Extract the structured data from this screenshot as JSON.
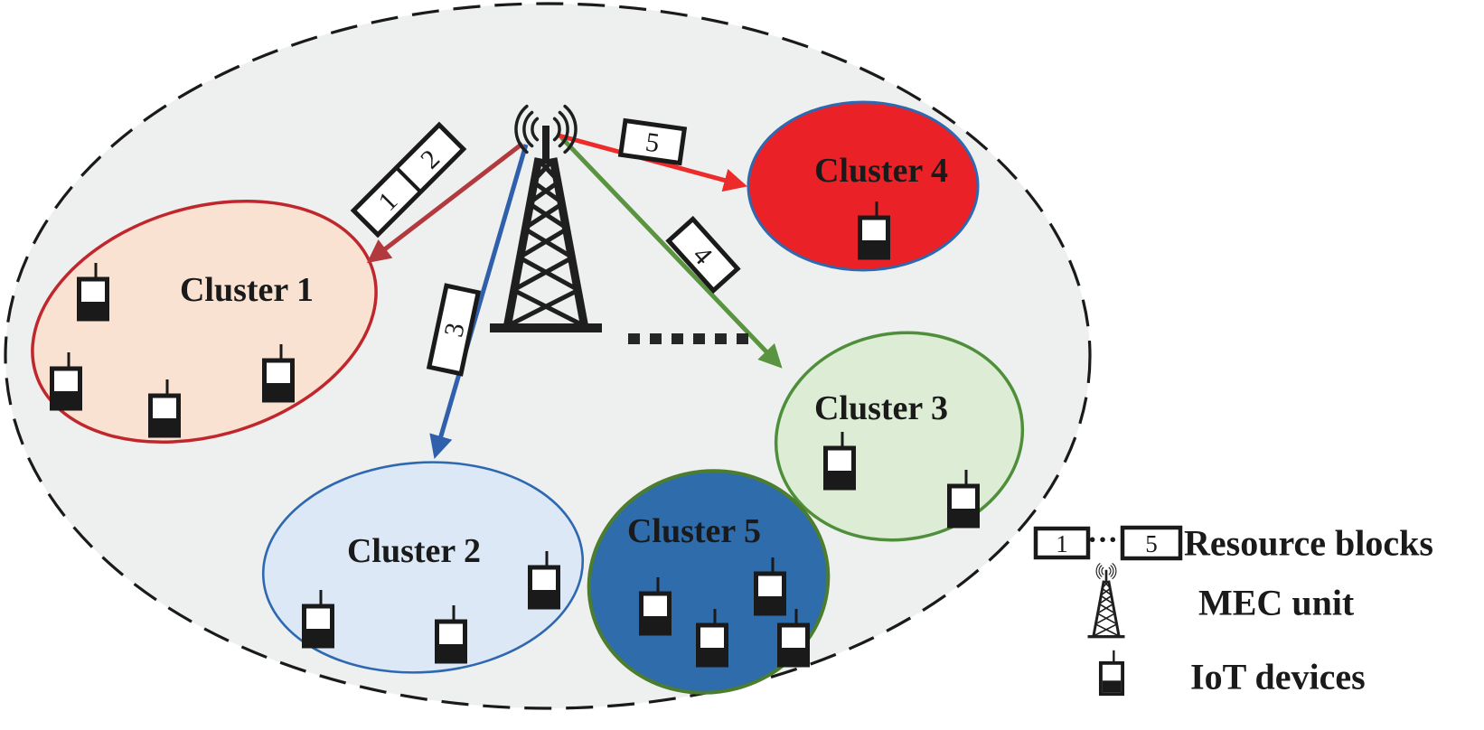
{
  "diagram": {
    "cell": {
      "fill": "#eef0ef",
      "border_color": "#1a1a1a"
    },
    "clusters": [
      {
        "label": "Cluster 1",
        "fill": "#f9e2d2",
        "stroke": "#c0272d",
        "label_color": "#1a1a1a",
        "device_count": 4
      },
      {
        "label": "Cluster 2",
        "fill": "#dce8f6",
        "stroke": "#2e68b0",
        "label_color": "#1a1a1a",
        "device_count": 3
      },
      {
        "label": "Cluster 3",
        "fill": "#ddecd4",
        "stroke": "#4f8f3b",
        "label_color": "#1a1a1a",
        "device_count": 2
      },
      {
        "label": "Cluster 4",
        "fill": "#ea2127",
        "stroke": "#2e68b0",
        "label_color": "#1a1a1a",
        "device_count": 1
      },
      {
        "label": "Cluster 5",
        "fill": "#2e6cab",
        "stroke": "#4c7d2e",
        "label_color": "#1b1b24",
        "device_count": 4
      }
    ],
    "resource_blocks": [
      "1",
      "2",
      "3",
      "4",
      "5"
    ],
    "arrows": [
      {
        "to": "Cluster 1",
        "color": "#b23a3e"
      },
      {
        "to": "Cluster 2",
        "color": "#3060ac"
      },
      {
        "to": "Cluster 3",
        "color": "#5b9440"
      },
      {
        "to": "Cluster 4",
        "color": "#ee2b2b"
      }
    ]
  },
  "legend": {
    "block_first": "1",
    "block_dots": "···",
    "block_last": "5",
    "items": [
      {
        "icon": "resource-block-icon",
        "label": "Resource blocks"
      },
      {
        "icon": "tower-icon",
        "label": "MEC unit"
      },
      {
        "icon": "iot-device-icon",
        "label": "IoT devices"
      }
    ]
  }
}
